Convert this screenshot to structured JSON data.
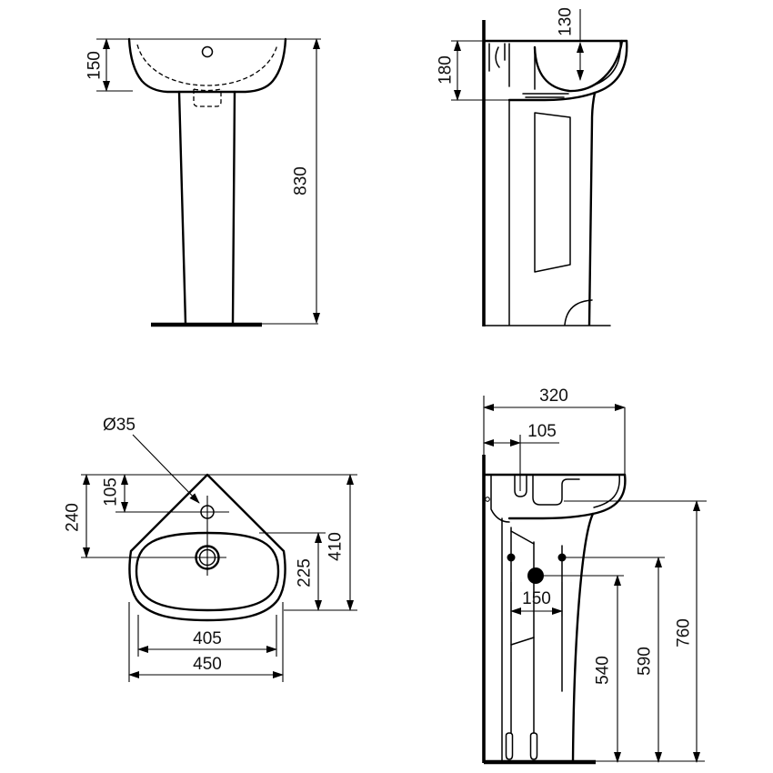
{
  "labels": {
    "front": {
      "basin_height": "150",
      "overall_height": "830"
    },
    "side": {
      "bowl_depth": "130",
      "rim_to_underside": "180"
    },
    "plan": {
      "tap_hole_diameter": "Ø35",
      "tap_hole_offset": "105",
      "drain_offset": "240",
      "bowl_depth": "225",
      "overall_depth": "410",
      "bowl_width": "405",
      "overall_width": "450"
    },
    "install": {
      "overall_depth": "320",
      "tap_from_wall": "105",
      "fixing_hole_spacing": "150",
      "trap_height": "540",
      "fixing_height": "590",
      "rim_underside_height": "760"
    }
  }
}
